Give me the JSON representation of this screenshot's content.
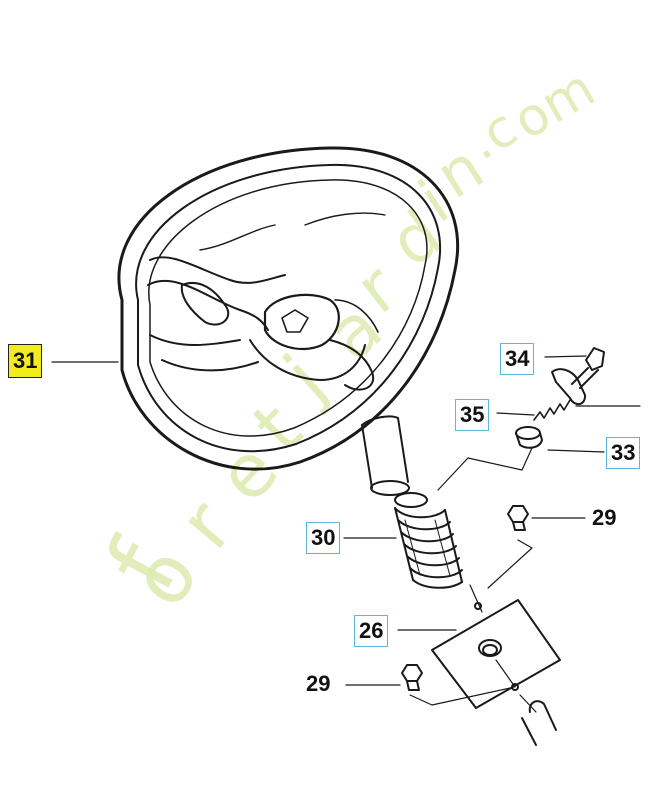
{
  "watermark": "foretjardin.com",
  "colors": {
    "highlight": "#f3ec1c",
    "callout_border": "#5bb8d8",
    "watermark": "#ddebb0"
  },
  "callouts": {
    "c31": "31",
    "c34": "34",
    "c35": "35",
    "c33": "33",
    "c29a": "29",
    "c30": "30",
    "c26": "26",
    "c29b": "29"
  }
}
